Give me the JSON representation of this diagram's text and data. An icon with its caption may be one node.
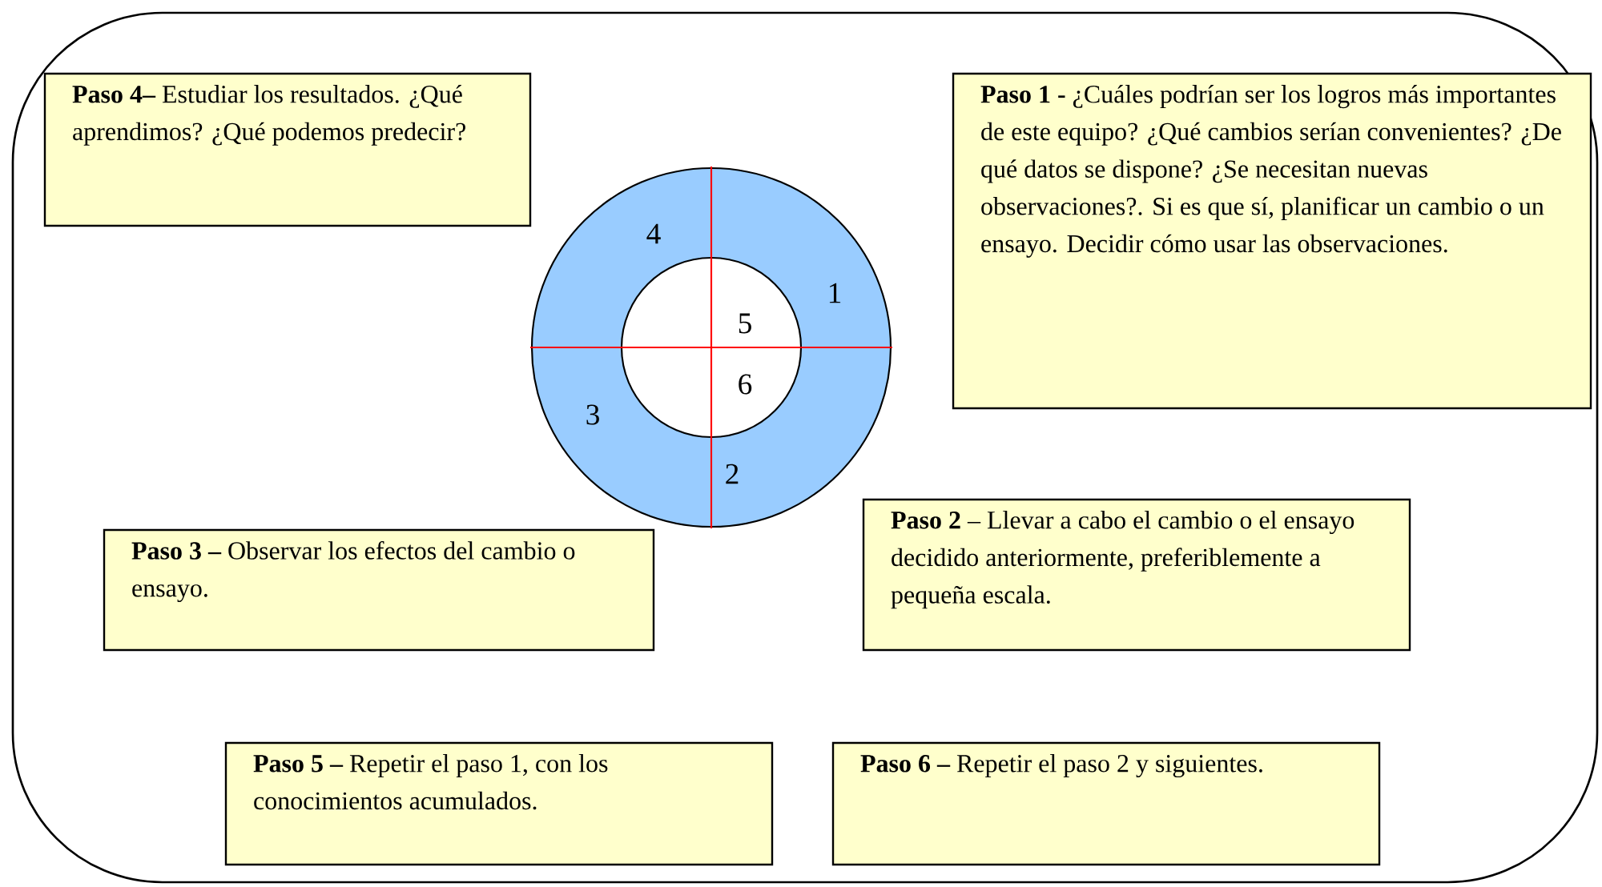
{
  "diagram": {
    "nodes": [
      {
        "text": [
          "**Paso 4–** Estudiar los resultados. ¿Qué aprendimos? ¿Qué podemos predecir?"
        ]
      },
      {
        "text": [
          "**Paso 1 -** ¿Cuáles podrían ser los logros más importantes de este equipo? ¿Qué cambios serían convenientes? ¿De qué datos se dispone? ¿Se necesitan nuevas observaciones?. Si es que sí, planificar un cambio o un ensayo. Decidir cómo usar las observaciones."
        ]
      },
      {
        "text": [
          "**Paso 3 –** Observar los efectos del cambio o ensayo."
        ]
      },
      {
        "text": [
          "**Paso 2** – Llevar a cabo el cambio o el ensayo decidido anteriormente, preferiblemente a pequeña escala."
        ]
      },
      {
        "text": [
          "**Paso 5 –** Repetir el paso 1, con los conocimientos acumulados."
        ]
      },
      {
        "text": [
          "**Paso 6 –** Repetir el paso 2 y siguientes."
        ]
      }
    ],
    "labels": [
      "4",
      "1",
      "5",
      "6",
      "3",
      "2"
    ]
  }
}
